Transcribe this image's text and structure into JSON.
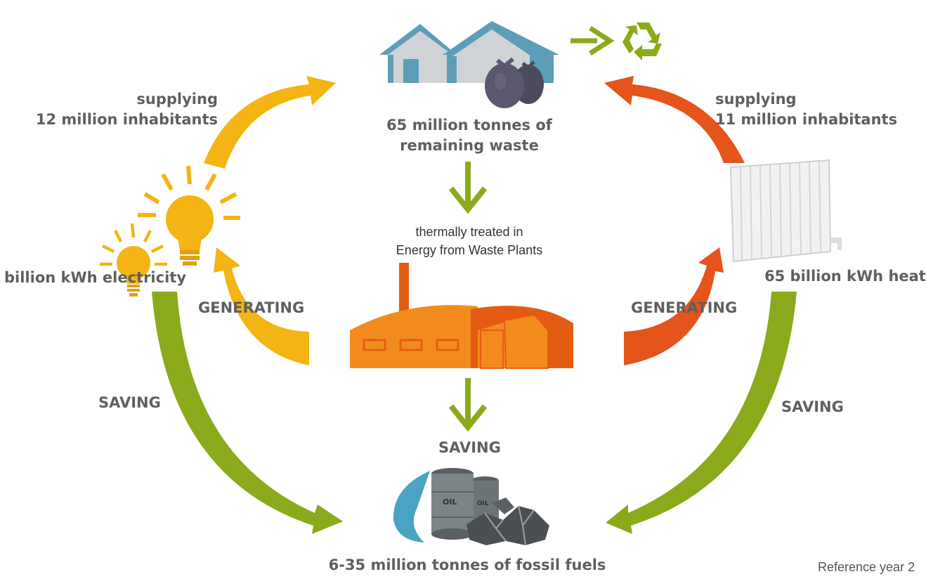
{
  "colors": {
    "yellow": "#f4b414",
    "orange_red": "#e5541b",
    "green": "#8aaa1b",
    "factory_orange": "#f28b1e",
    "factory_dark": "#e45c12",
    "house_blue": "#5c9db8",
    "house_grey": "#cfd3d6",
    "flame_blue": "#4aa3c2",
    "barrel_grey": "#6d7478",
    "text_grey": "#5f5f5f"
  },
  "icons": [
    "houses-icon",
    "waste-bags-icon",
    "recycle-icon",
    "light-bulb-icon",
    "radiator-icon",
    "factory-icon",
    "flame-icon",
    "oil-barrel-icon",
    "coal-icon"
  ],
  "labels": {
    "remaining_waste": [
      "65 million tonnes of",
      "remaining waste"
    ],
    "supplying_left": [
      "supplying",
      "12 million inhabitants"
    ],
    "supplying_right": [
      "supplying",
      "11 million inhabitants"
    ],
    "electricity": "billion kWh electricity",
    "heat": "65 billion kWh heat",
    "generating_left": "GENERATING",
    "generating_right": "GENERATING",
    "thermal": [
      "thermally treated in",
      "Energy from Waste Plants"
    ],
    "saving_left": "SAVING",
    "saving_center": "SAVING",
    "saving_right": "SAVING",
    "fossil_fuels": "6-35 million tonnes of fossil fuels",
    "reference": "Reference year 2",
    "oil_big": "OIL",
    "oil_small": "OIL"
  }
}
